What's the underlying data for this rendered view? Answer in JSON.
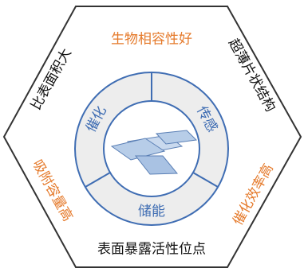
{
  "colors": {
    "hex_stroke": "#333333",
    "ring_fill": "#ededed",
    "ring_stroke": "#3f6db3",
    "ring_text": "#3f6db3",
    "orange_text": "#e57a2b",
    "black_text": "#111111",
    "sheet_fill": "#b7cde8",
    "sheet_stroke": "#5a7fb5"
  },
  "hexagon": {
    "top": "生物相容性好",
    "top_right": "超薄片状结构",
    "bottom_right": "催化效率高",
    "bottom": "表面暴露活性位点",
    "bottom_left": "吸附容量高",
    "top_left": "比表面积大"
  },
  "ring": {
    "catalysis": "催化",
    "sensing": "传感",
    "storage": "储能"
  },
  "center": {
    "icon": "nanosheet-stack-icon"
  }
}
